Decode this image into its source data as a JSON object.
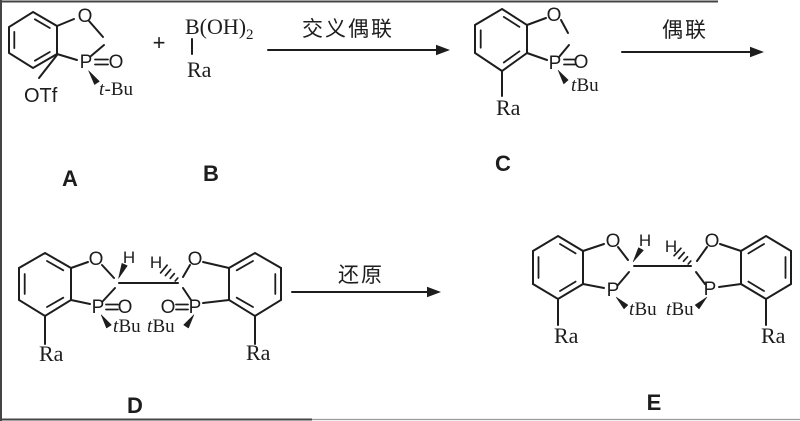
{
  "figure": {
    "type": "chemical-reaction-scheme",
    "colors": {
      "ink": "#1d1d1d",
      "background": "#ffffff"
    },
    "compound_labels": {
      "a": "A",
      "b": "B",
      "c": "C",
      "d": "D",
      "e": "E"
    },
    "arrow_labels": {
      "cross_coupling": "交义偶联",
      "coupling": "偶联",
      "reduction": "还原"
    },
    "plus": "+",
    "atoms": {
      "oxygen": "O",
      "phosphorus": "P",
      "hydrogen": "H",
      "ra": "Ra",
      "otf": "OTf",
      "boronic_main": "B(OH)",
      "boronic_sub": "2",
      "tbu_t": "t",
      "tbu_bu": "Bu",
      "tbu_hyphen_bu": "-Bu"
    }
  }
}
